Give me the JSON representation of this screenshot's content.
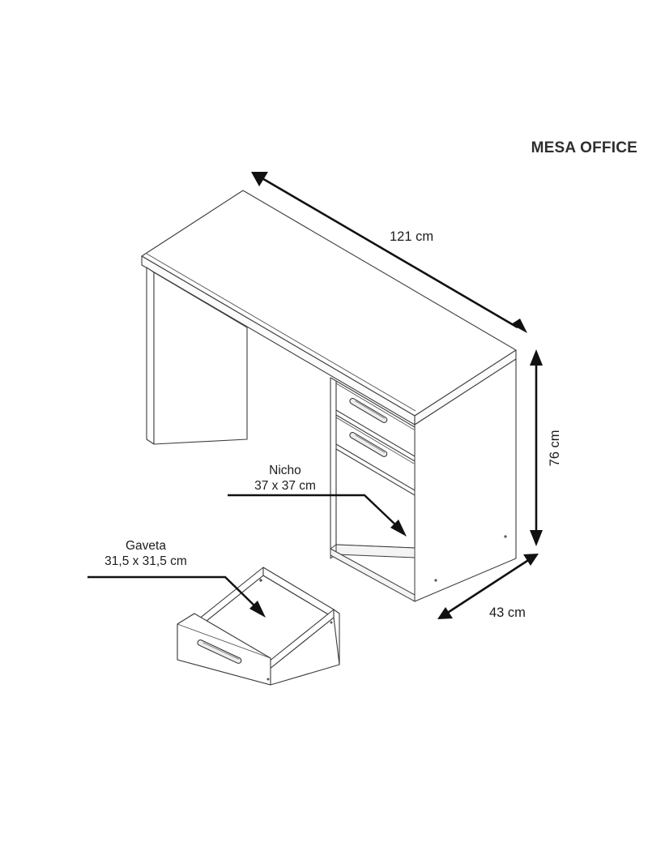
{
  "page": {
    "background_color": "#ffffff",
    "line_color": "#3c3c3c",
    "dimension_color": "#111111",
    "text_color": "#1c1c1c"
  },
  "title": {
    "label": "MESA OFFICE"
  },
  "dimensions": {
    "width": {
      "name": "width-dimension",
      "value": "121 cm"
    },
    "height": {
      "name": "height-dimension",
      "value": "76 cm"
    },
    "depth": {
      "name": "depth-dimension",
      "value": "43 cm"
    }
  },
  "callouts": {
    "niche": {
      "name": "niche-callout",
      "label": "Nicho",
      "size": "37 x 37 cm"
    },
    "drawer": {
      "name": "drawer-callout",
      "label": "Gaveta",
      "size": "31,5 x 31,5 cm"
    }
  },
  "product": {
    "type": "desk",
    "view": "isometric-exploded",
    "parts": [
      "desktop-top",
      "left-leg-panel",
      "right-side-panel",
      "drawer-front-upper",
      "drawer-front-lower",
      "niche-opening",
      "niche-bottom-shelf",
      "detached-drawer-box"
    ]
  }
}
